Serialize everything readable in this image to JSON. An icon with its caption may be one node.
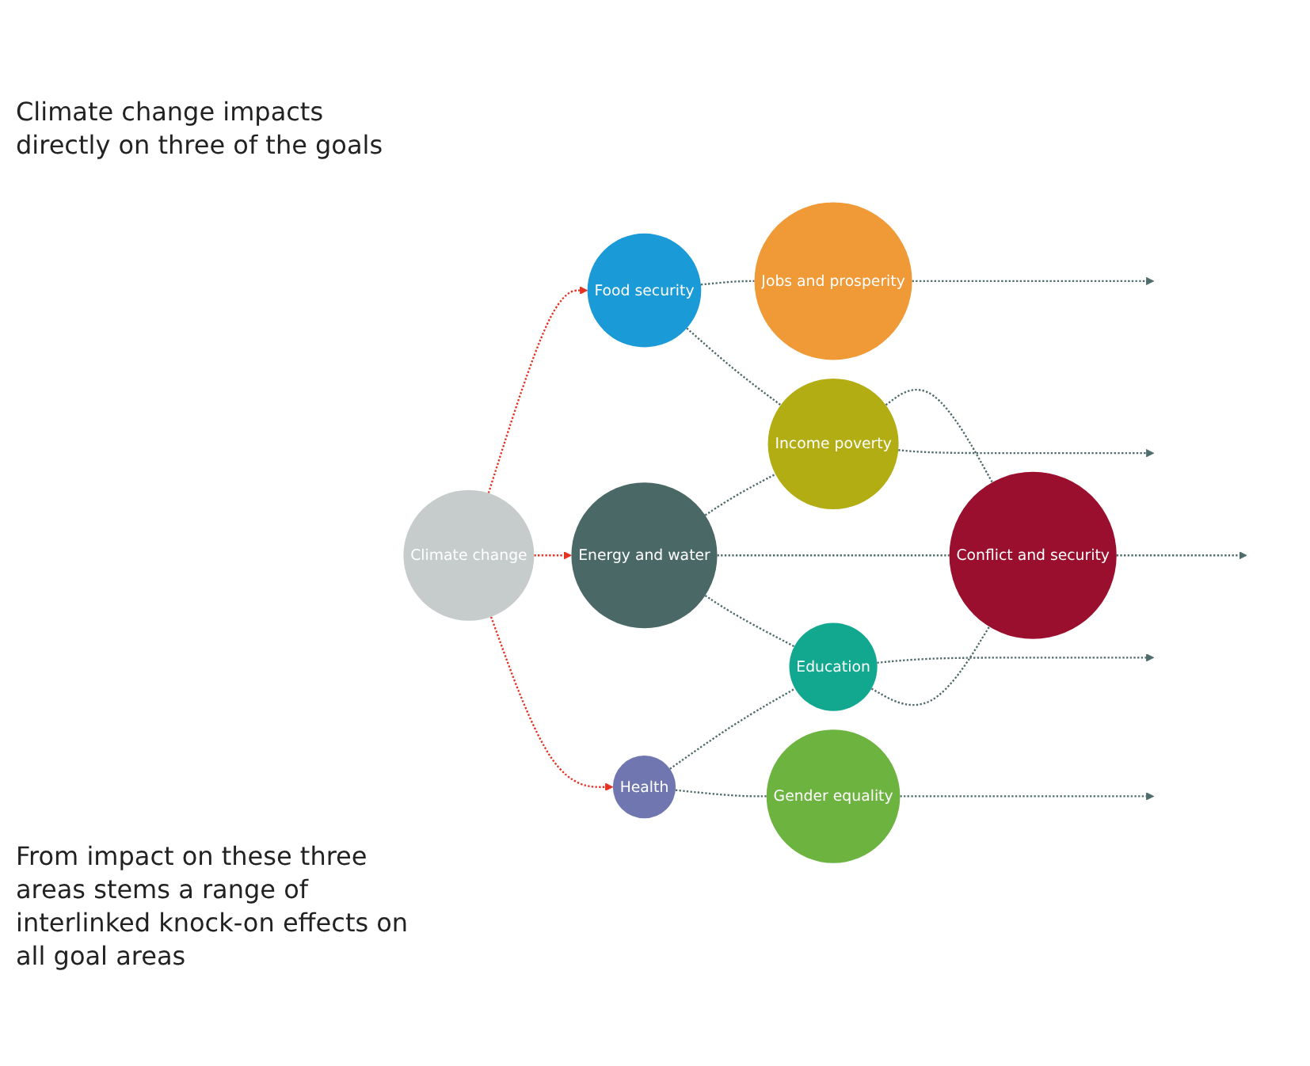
{
  "diagram": {
    "nodes": [
      {
        "text": [
          "Climate change"
        ]
      },
      {
        "text": [
          "Food security"
        ]
      },
      {
        "text": [
          "Energy and water"
        ]
      },
      {
        "text": [
          "Health"
        ]
      },
      {
        "text": [
          "Jobs and prosperity"
        ]
      },
      {
        "text": [
          "Income poverty"
        ]
      },
      {
        "text": [
          "Conflict and security"
        ]
      },
      {
        "text": [
          "Education"
        ]
      },
      {
        "text": [
          "Gender equality"
        ]
      }
    ],
    "edges": [
      {
        "from": 0,
        "to": 1,
        "arrow": "to",
        "style": "dashed",
        "color": "#e53323"
      },
      {
        "from": 0,
        "to": 2,
        "arrow": "to",
        "style": "dashed",
        "color": "#e53323"
      },
      {
        "from": 0,
        "to": 3,
        "arrow": "to",
        "style": "dashed",
        "color": "#e53323"
      },
      {
        "from": 1,
        "to": 4,
        "arrow": "none",
        "style": "dashed"
      },
      {
        "from": 4,
        "to": null,
        "arrow": "to",
        "style": "dashed"
      },
      {
        "from": 1,
        "to": 5,
        "arrow": "none",
        "style": "dashed"
      },
      {
        "from": 5,
        "to": 6,
        "arrow": "none",
        "style": "dashed"
      },
      {
        "from": 2,
        "to": 5,
        "arrow": "none",
        "style": "dashed"
      },
      {
        "from": 5,
        "to": null,
        "arrow": "to",
        "style": "dashed"
      },
      {
        "from": 2,
        "to": 6,
        "arrow": "none",
        "style": "dashed"
      },
      {
        "from": 6,
        "to": null,
        "arrow": "to",
        "style": "dashed"
      },
      {
        "from": 2,
        "to": 7,
        "arrow": "none",
        "style": "dashed"
      },
      {
        "from": 7,
        "to": null,
        "arrow": "to",
        "style": "dashed"
      },
      {
        "from": 3,
        "to": 7,
        "arrow": "none",
        "style": "dashed"
      },
      {
        "from": 7,
        "to": 6,
        "arrow": "none",
        "style": "dashed"
      },
      {
        "from": 3,
        "to": 8,
        "arrow": "none",
        "style": "dashed"
      },
      {
        "from": 8,
        "to": null,
        "arrow": "to",
        "style": "dashed"
      }
    ],
    "labels": [
      "Climate change impacts directly on three of the goals",
      "From impact on these three areas stems a range of interlinked knock-on effects on all goal areas"
    ]
  }
}
